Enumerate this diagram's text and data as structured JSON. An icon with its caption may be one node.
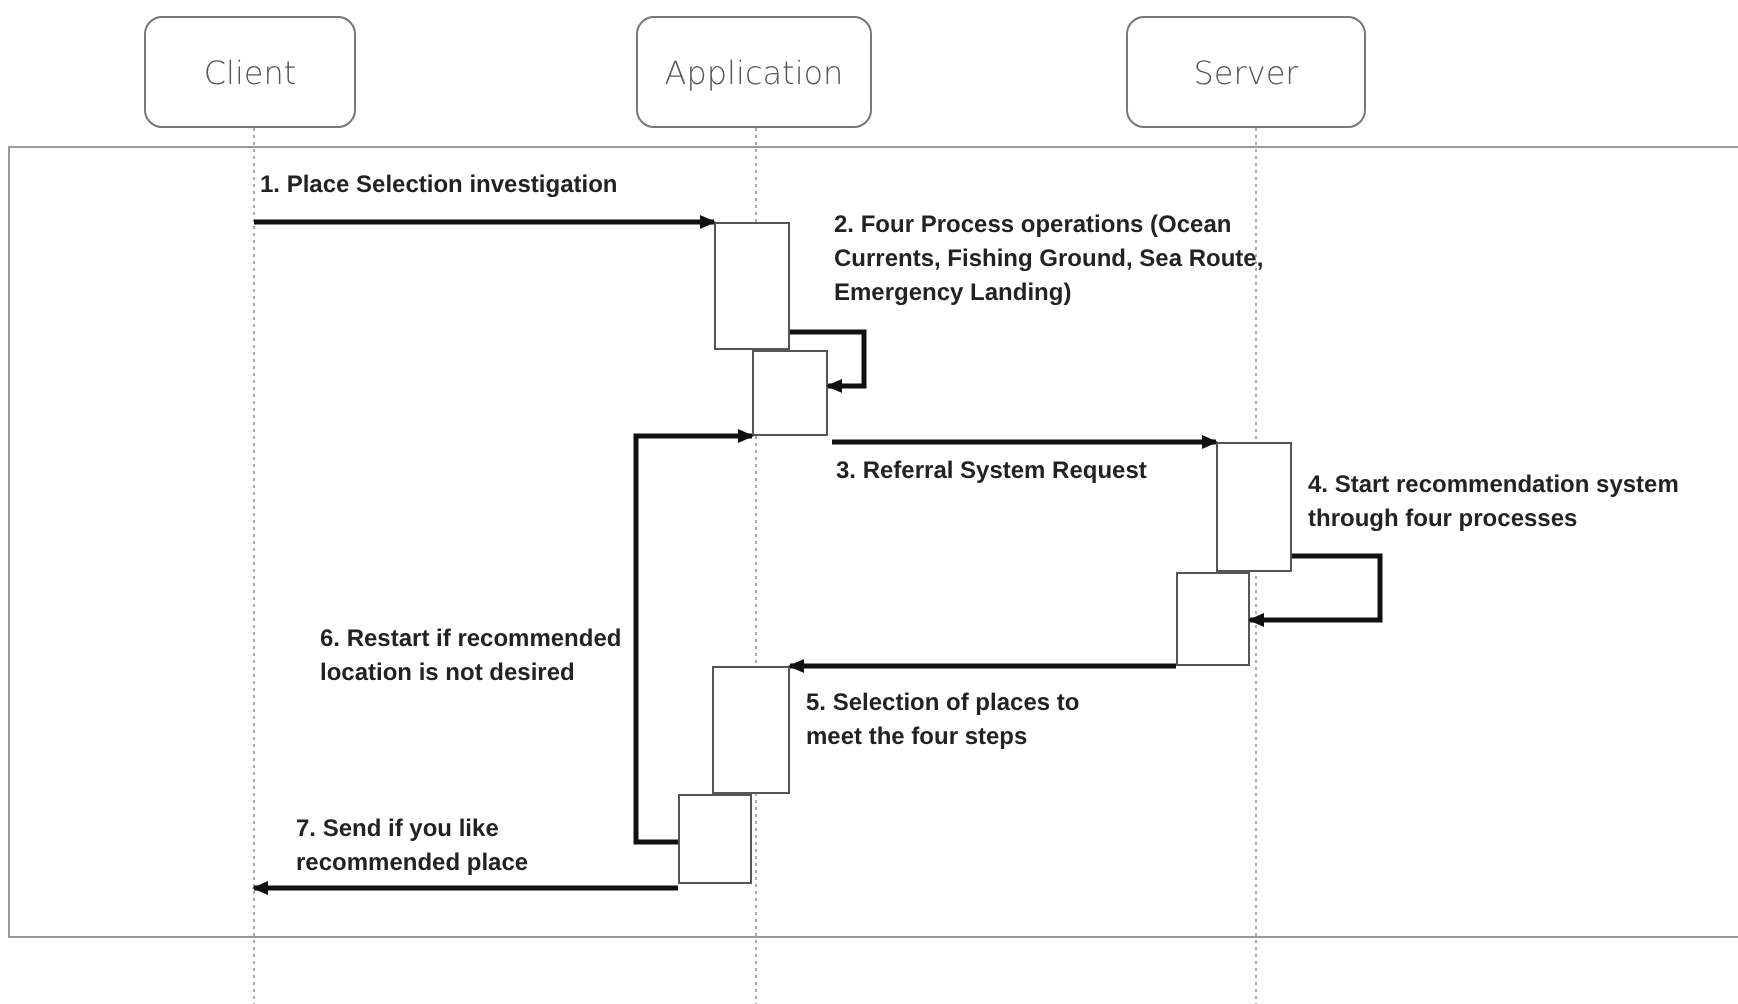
{
  "diagram": {
    "nodes": [
      {
        "text": [
          "Client"
        ]
      },
      {
        "text": [
          "Application"
        ]
      },
      {
        "text": [
          "Server"
        ]
      },
      {
        "text": [],
        "shape": "bar"
      },
      {
        "text": [],
        "shape": "bar"
      },
      {
        "text": [],
        "shape": "bar"
      },
      {
        "text": [],
        "shape": "bar"
      },
      {
        "text": [],
        "shape": "bar"
      },
      {
        "text": [],
        "shape": "bar"
      }
    ],
    "edges": [
      {
        "from": null,
        "to": 3,
        "arrow": "to",
        "label": "1. Place Selection investigation"
      },
      {
        "from": 3,
        "to": 4,
        "arrow": "to",
        "label": "2. Four Process operations (Ocean Currents, Fishing Ground, Sea Route, Emergency Landing)"
      },
      {
        "from": 4,
        "to": 5,
        "arrow": "to",
        "label": "3. Referral System Request"
      },
      {
        "from": 5,
        "to": 6,
        "arrow": "to",
        "label": "4. Start recommendation system through four processes"
      },
      {
        "from": 6,
        "to": 7,
        "arrow": "to",
        "label": "5. Selection of places to meet the four steps"
      },
      {
        "from": 8,
        "to": 4,
        "arrow": "to",
        "label": "6. Restart if recommended location is not desired"
      },
      {
        "from": 8,
        "to": null,
        "arrow": "to",
        "label": "7. Send if you like recommended place"
      }
    ]
  }
}
